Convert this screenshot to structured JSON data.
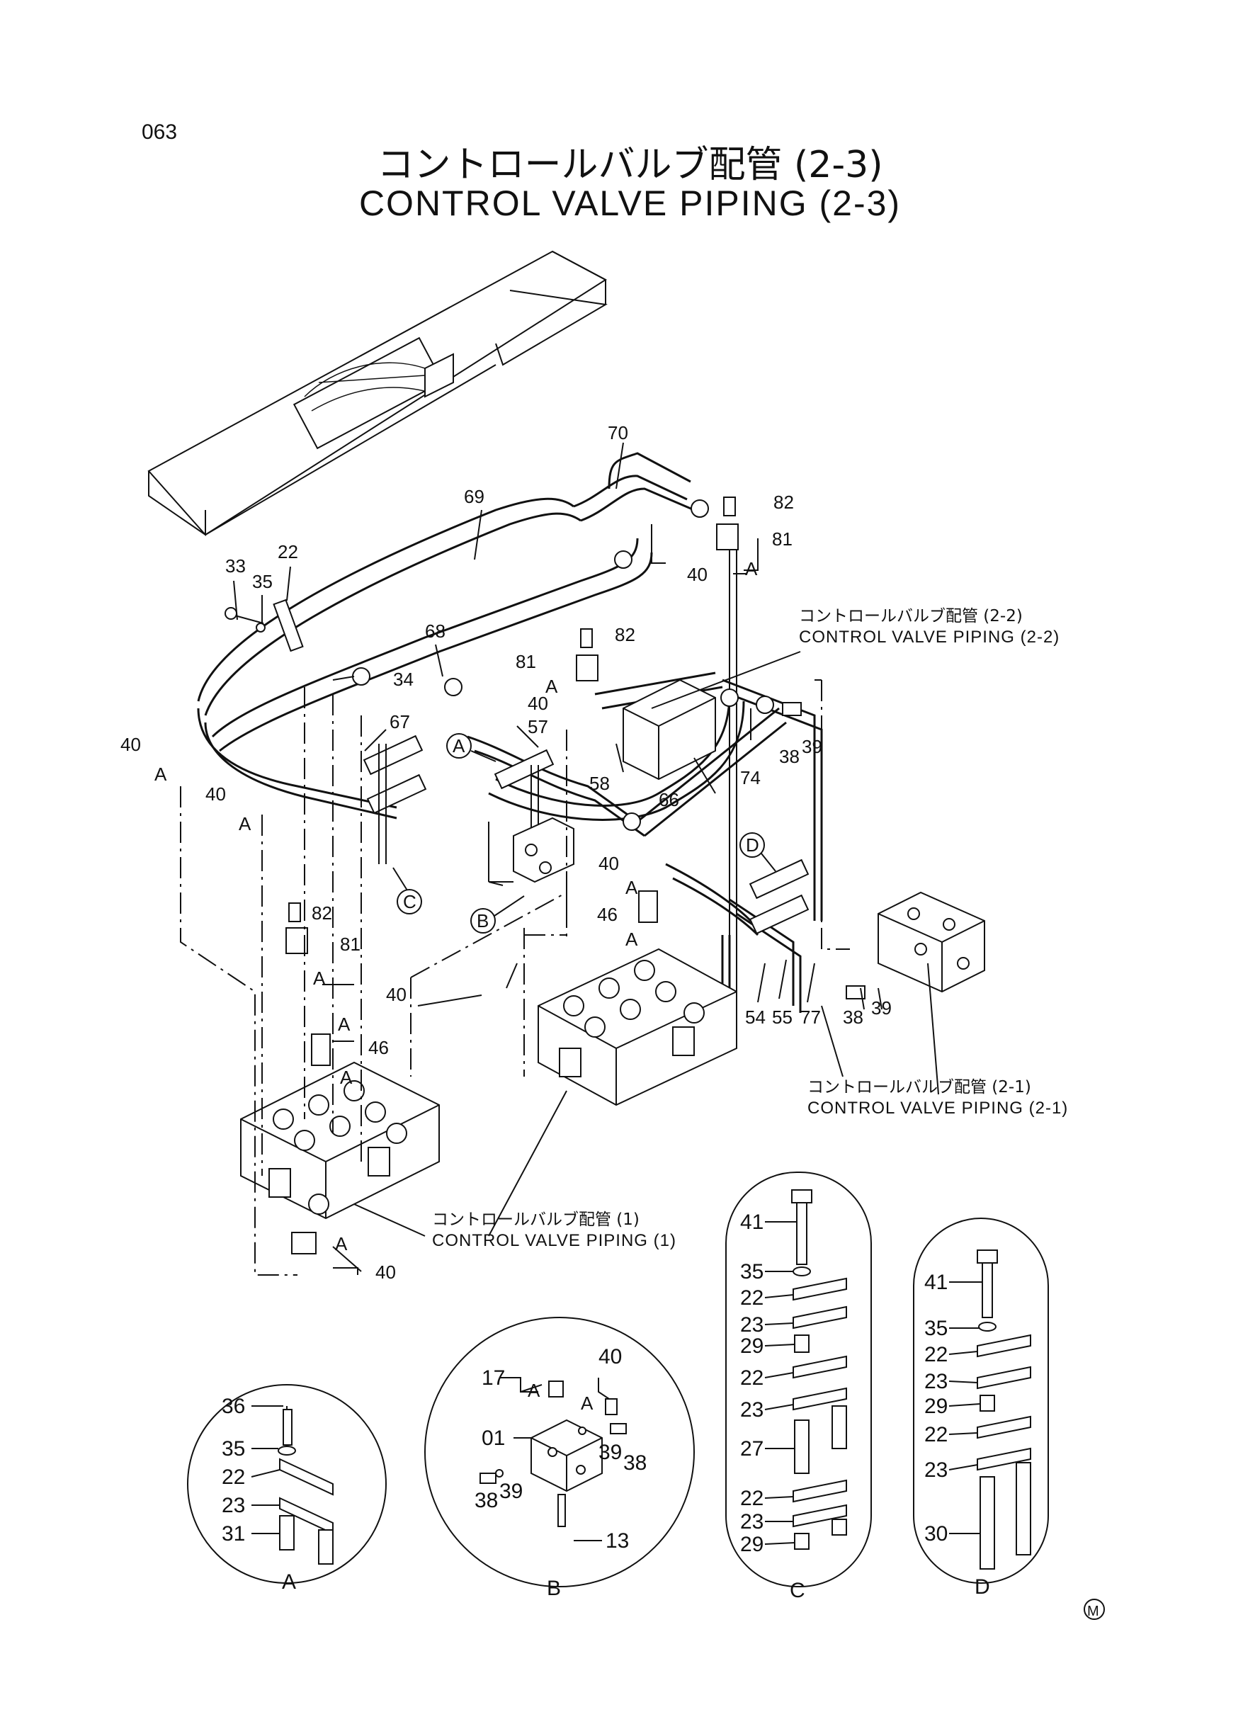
{
  "page_number": "063",
  "title_jp": "コントロールバルブ配管 (2-3)",
  "title_en": "CONTROL VALVE PIPING (2-3)",
  "references": [
    {
      "jp": "コントロールバルブ配管 (2-2)",
      "en": "CONTROL VALVE PIPING (2-2)"
    },
    {
      "jp": "コントロールバルブ配管 (2-1)",
      "en": "CONTROL VALVE PIPING (2-1)"
    },
    {
      "jp": "コントロールバルブ配管 (1)",
      "en": "CONTROL VALVE PIPING (1)"
    }
  ],
  "view_markers": [
    "A",
    "B",
    "C",
    "D"
  ],
  "callouts": {
    "main": [
      "70",
      "69",
      "82",
      "81",
      "40",
      "A",
      "33",
      "35",
      "22",
      "68",
      "34",
      "82",
      "81",
      "A",
      "40",
      "67",
      "57",
      "58",
      "66",
      "74",
      "38",
      "39",
      "40",
      "A",
      "40",
      "A",
      "82",
      "81",
      "A",
      "40",
      "A",
      "46",
      "A",
      "40",
      "A",
      "46",
      "A",
      "54",
      "55",
      "77",
      "38",
      "39",
      "40",
      "A"
    ],
    "detail_a": [
      "36",
      "35",
      "22",
      "23",
      "31"
    ],
    "detail_b": [
      "17",
      "A",
      "40",
      "A",
      "01",
      "38",
      "39",
      "38",
      "39",
      "13"
    ],
    "detail_c": [
      "41",
      "35",
      "22",
      "23",
      "29",
      "22",
      "23",
      "27",
      "22",
      "23",
      "29"
    ],
    "detail_d": [
      "41",
      "35",
      "22",
      "23",
      "29",
      "22",
      "23",
      "30"
    ]
  },
  "detail_labels": [
    "A",
    "B",
    "C",
    "D"
  ],
  "mark": "M"
}
